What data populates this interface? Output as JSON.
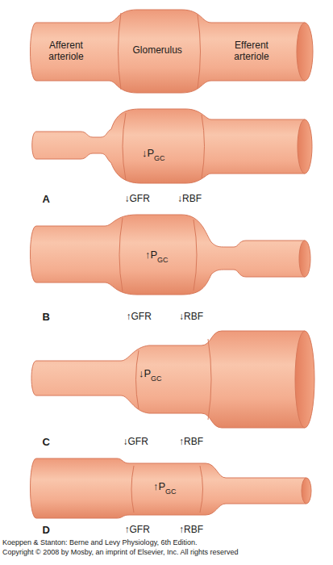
{
  "diagram": {
    "labels": [
      "Afferent arteriole",
      "Glomerulus",
      "Efferent arteriole",
      "↓P",
      "GC",
      "A",
      "↓GFR",
      "↓RBF",
      "↑P",
      "GC",
      "B",
      "↑GFR",
      "↓RBF",
      "↓P",
      "GC",
      "C",
      "↓GFR",
      "↑RBF",
      "↑P",
      "GC",
      "D",
      "↑GFR",
      "↑RBF",
      "Koeppen & Stanton: Berne and Levy Physiology, 6th Edition.",
      "Copyright © 2008 by Mosby, an imprint of Elsevier, Inc. All rights reserved"
    ]
  }
}
